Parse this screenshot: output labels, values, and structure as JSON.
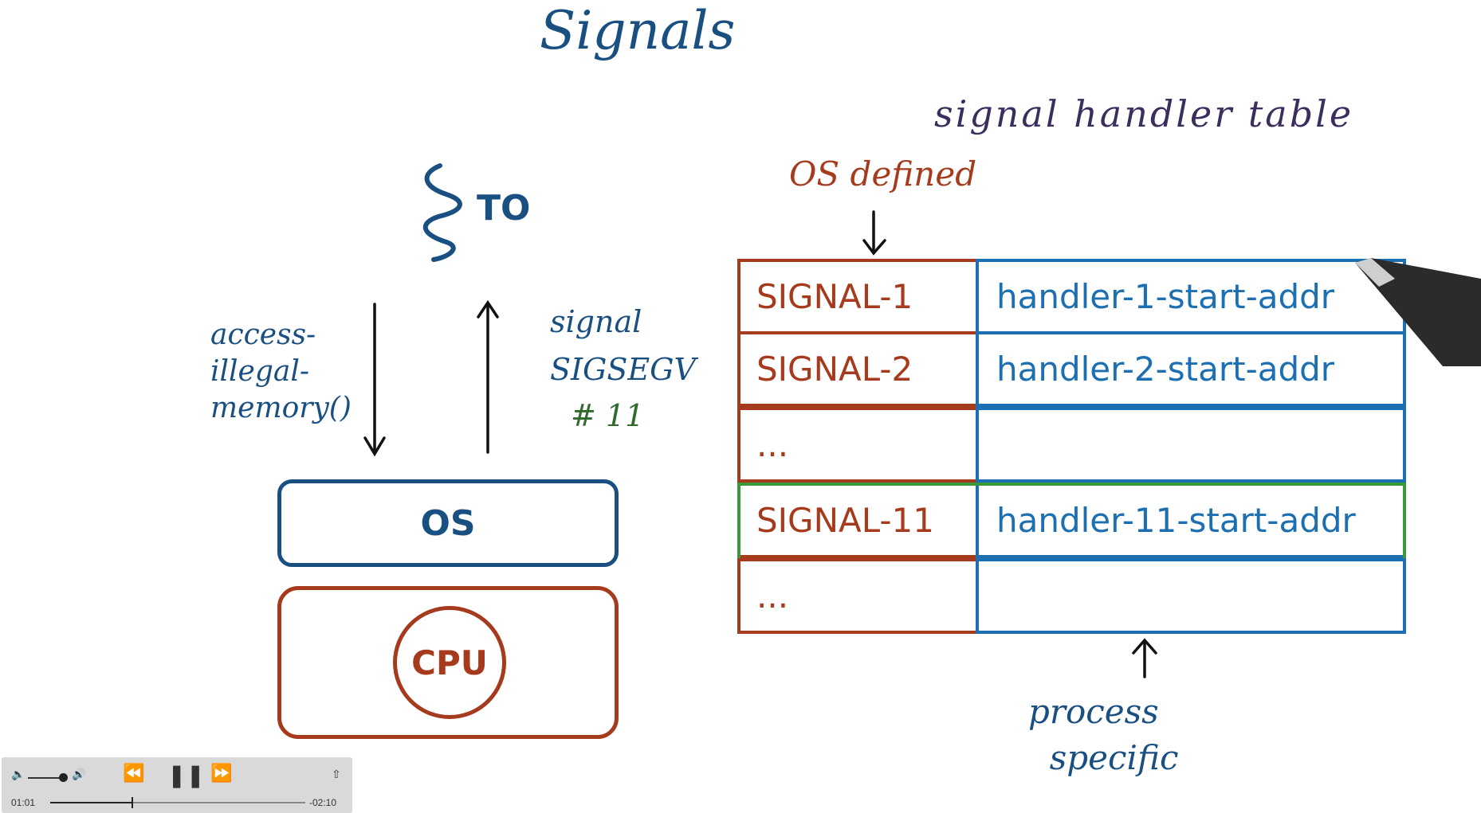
{
  "title": "Signals",
  "thread_label": "TO",
  "call_label": "access-\nillegal-\nmemory()",
  "signal_label": "signal\nSIGSEGV",
  "signal_number": "# 11",
  "os_label": "OS",
  "cpu_label": "CPU",
  "table_title": "signal  handler  table",
  "os_defined_label": "OS defined",
  "process_specific_label": "process\n  specific",
  "table": {
    "rows": [
      {
        "signal": "SIGNAL-1",
        "handler": "handler-1-start-addr"
      },
      {
        "signal": "SIGNAL-2",
        "handler": "handler-2-start-addr"
      },
      {
        "signal": "...",
        "handler": ""
      },
      {
        "signal": "SIGNAL-11",
        "handler": "handler-11-start-addr"
      },
      {
        "signal": "...",
        "handler": ""
      }
    ],
    "highlighted_row": 3
  },
  "colors": {
    "blue": "#1a4f82",
    "red": "#a63a1c",
    "green": "#2f6b2a",
    "cell_blue": "#1c6fb0",
    "highlight_green": "#3a9a3a"
  },
  "player": {
    "elapsed": "01:01",
    "remaining": "-02:10",
    "progress": 0.32,
    "volume": 0.9,
    "state": "playing"
  }
}
